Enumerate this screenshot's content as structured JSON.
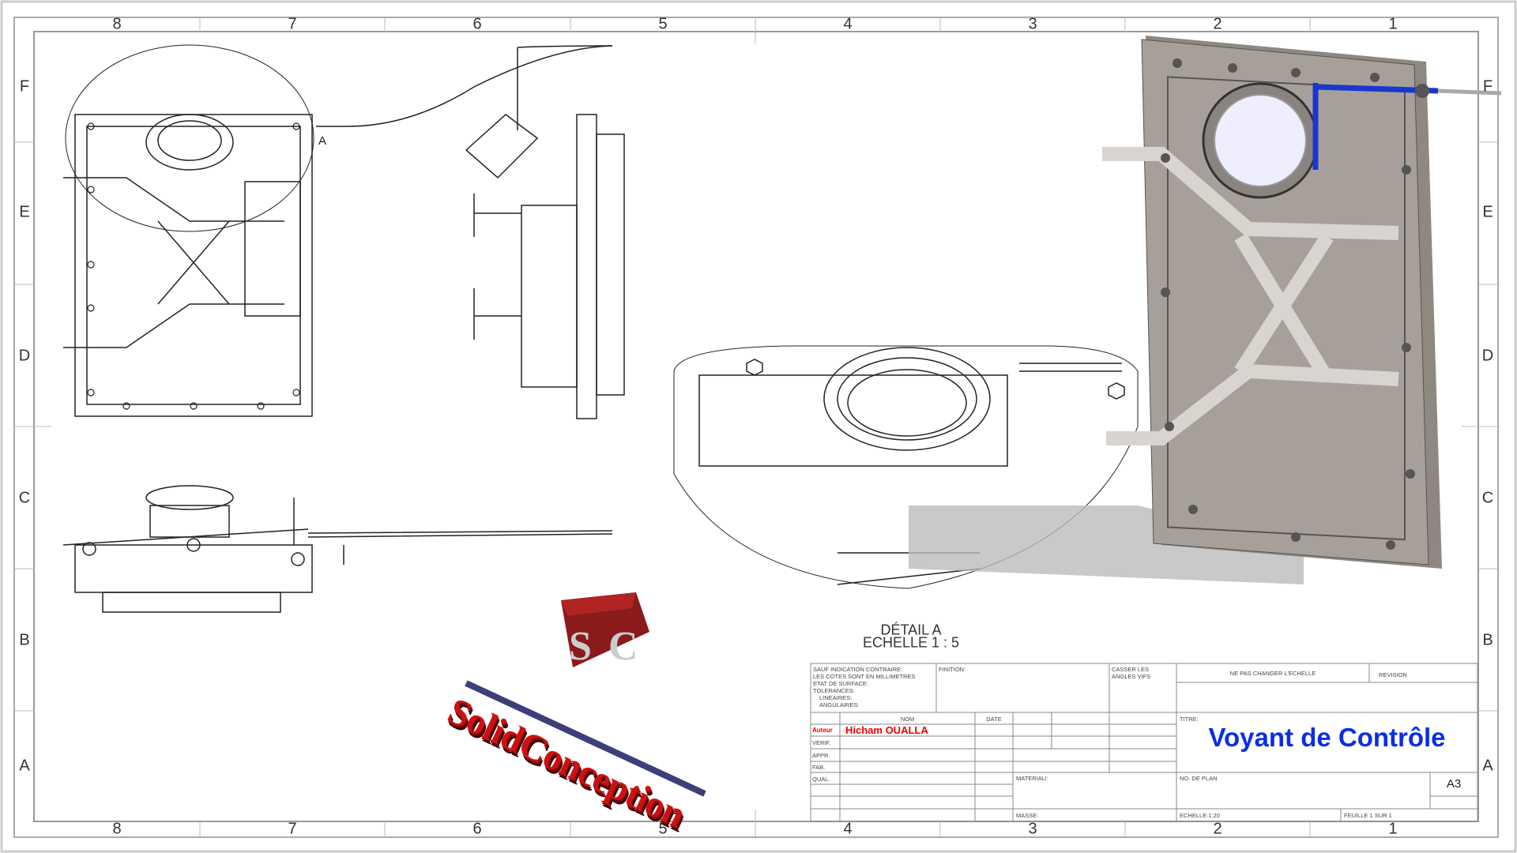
{
  "sheet": {
    "columns": [
      "8",
      "7",
      "6",
      "5",
      "4",
      "3",
      "2",
      "1"
    ],
    "rows": [
      "F",
      "E",
      "D",
      "C",
      "B",
      "A"
    ]
  },
  "views": {
    "detail_marker": "A",
    "detail_title": "DÉTAIL A",
    "detail_scale": "ECHELLE 1 : 5"
  },
  "logo": {
    "cube_letters": "SC",
    "text": "SolidConception",
    "color": "#cc1111"
  },
  "title_block": {
    "general_notes": [
      "SAUF INDICATION CONTRAIRE:",
      "LES COTES SONT EN MILLIMETRES",
      "ETAT DE SURFACE:",
      "TOLERANCES:",
      "LINEAIRES:",
      "ANGULAIRES:"
    ],
    "finition": "FINITION:",
    "casser": [
      "CASSER LES",
      "ANGLES VIFS"
    ],
    "ne_pas_changer": "NE PAS CHANGER L'ECHELLE",
    "revision": "REVISION",
    "nom": "NOM",
    "date": "DATE",
    "row_labels": {
      "auteur": "Auteur",
      "verif": "VERIF.",
      "appr": "APPR.",
      "fab": "FAB.",
      "qual": "QUAL."
    },
    "author_name": "Hicham OUALLA",
    "titre_label": "TITRE:",
    "title": "Voyant de Contrôle",
    "title_color": "#0a2ee8",
    "materiau": "MATERIAU:",
    "no_de_plan": "No. DE PLAN",
    "format": "A3",
    "masse": "MASSE:",
    "echelle": "ECHELLE:1:20",
    "feuille": "FEUILLE 1 SUR 1"
  }
}
